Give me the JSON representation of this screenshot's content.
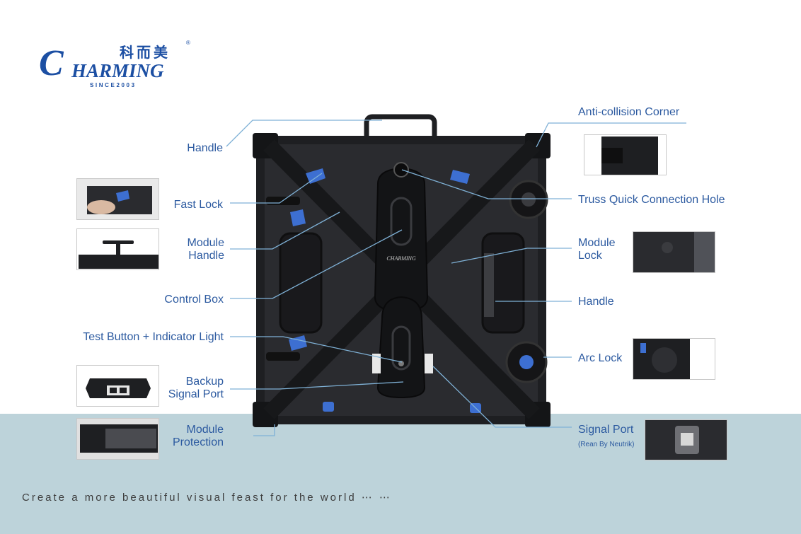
{
  "brand": {
    "chinese_name": "科而美",
    "registered_mark": "®",
    "initial": "C",
    "wordmark": "HARMING",
    "since": "SINCE2003",
    "cabinet_badge": "CHARMING"
  },
  "labels": {
    "handle_top": "Handle",
    "fast_lock": "Fast Lock",
    "module_handle_line1": "Module",
    "module_handle_line2": "Handle",
    "control_box": "Control Box",
    "test_button": "Test Button + Indicator Light",
    "backup_signal_line1": "Backup",
    "backup_signal_line2": "Signal Port",
    "module_protection_line1": "Module",
    "module_protection_line2": "Protection",
    "anti_collision": "Anti-collision Corner",
    "truss_hole": "Truss Quick Connection Hole",
    "module_lock_line1": "Module",
    "module_lock_line2": "Lock",
    "handle_right": "Handle",
    "arc_lock": "Arc Lock",
    "signal_port": "Signal Port",
    "signal_port_sub": "(Rean By Neutrik)"
  },
  "tagline": "Create a more beautiful visual feast for the world ⋯ ⋯",
  "colors": {
    "label_blue": "#2c5aa0",
    "leader_line": "#7fb1d6",
    "brand_blue": "#1c4fa3",
    "band": "#bdd3da",
    "cabinet": "#1e1f22",
    "lock_blue": "#3d6fd1"
  }
}
